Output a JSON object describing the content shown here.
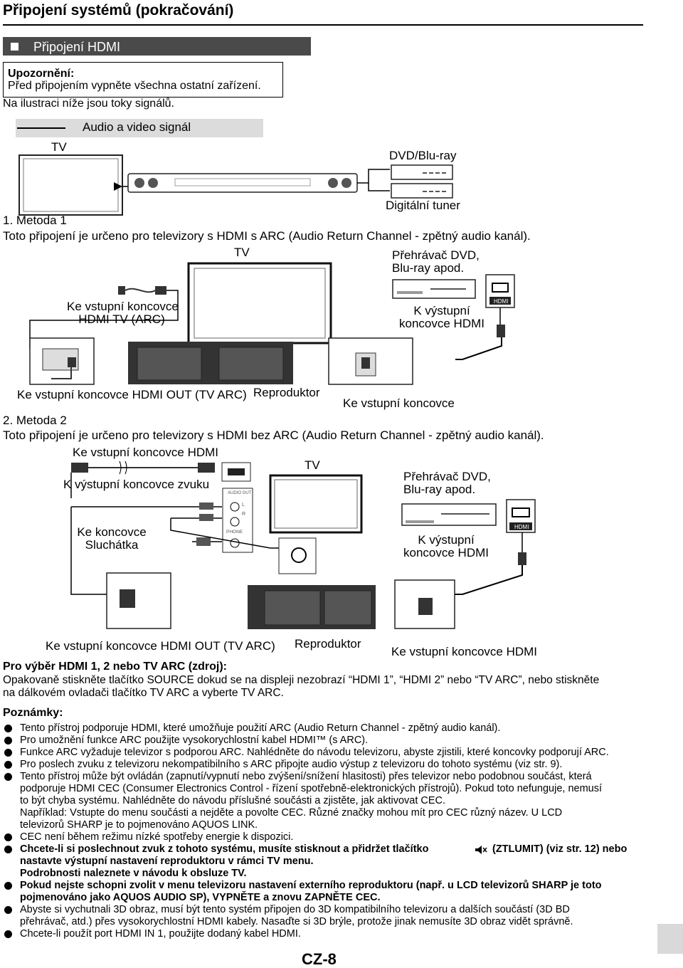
{
  "page": {
    "title": "Připojení systémů (pokračování)",
    "section_title": "Připojení HDMI",
    "warning_title": "Upozornění:",
    "warning_text": "Před připojením vypněte všechna ostatní zařízení.",
    "flow_note": "Na ilustraci níže jsou toky signálů.",
    "page_number": "CZ-8"
  },
  "legend": {
    "label": "Audio a video signál"
  },
  "diagram_top": {
    "tv": "TV",
    "dvd": "DVD/Blu-ray",
    "tuner": "Digitální tuner"
  },
  "method1": {
    "heading": "1. Metoda 1",
    "desc": "Toto připojení je určeno pro televizory s HDMI s ARC (Audio Return Channel - zpětný audio kanál).",
    "tv": "TV",
    "player_line1": "Přehrávač DVD,",
    "player_line2": "Blu-ray apod.",
    "in_tv_line1": "Ke vstupní koncovce",
    "in_tv_line2": "HDMI TV (ARC)",
    "out_hdmi_line1": "K výstupní",
    "out_hdmi_line2": "koncovce HDMI",
    "hdmi_badge": "HDMI",
    "hdmi_out": "Ke vstupní koncovce HDMI OUT (TV ARC)",
    "speaker": "Reproduktor",
    "input": "Ke vstupní koncovce"
  },
  "method2": {
    "heading": "2. Metoda 2",
    "desc": "Toto připojení je určeno pro televizory s HDMI bez ARC (Audio Return Channel - zpětný audio kanál).",
    "in_hdmi": "Ke vstupní koncovce HDMI",
    "out_audio": "K výstupní koncovce zvuku",
    "tv": "TV",
    "player_line1": "Přehrávač DVD,",
    "player_line2": "Blu-ray apod.",
    "phones_line1": "Ke koncovce",
    "phones_line2": "Sluchátka",
    "out_hdmi_line1": "K výstupní",
    "out_hdmi_line2": "koncovce HDMI",
    "hdmi_badge": "HDMI",
    "audio_out": "AUDIO OUT",
    "phones": "PHONE",
    "ch_l": "L",
    "ch_r": "R",
    "hdmi_out": "Ke vstupní koncovce HDMI OUT (TV ARC)",
    "speaker": "Reproduktor",
    "input": "Ke vstupní koncovce HDMI"
  },
  "source": {
    "heading": "Pro výběr HDMI 1, 2 nebo TV ARC (zdroj):",
    "line1": "Opakovaně stiskněte tlačítko SOURCE dokud se na displeji nezobrazí “HDMI 1”, “HDMI 2” nebo “TV ARC”, nebo stiskněte",
    "line2": "na dálkovém ovladači tlačítko TV ARC a vyberte TV ARC."
  },
  "notes": {
    "heading": "Poznámky:",
    "n1": "Tento přístroj podporuje HDMI, které umožňuje použití ARC (Audio Return Channel - zpětný audio kanál).",
    "n2": "Pro umožnění funkce ARC použijte vysokorychlostní kabel HDMI™ (s ARC).",
    "n3": "Funkce ARC vyžaduje televizor s podporou ARC. Nahlédněte do návodu televizoru, abyste zjistili, které koncovky podporují ARC.",
    "n4": "Pro poslech zvuku z televizoru nekompatibilního s ARC připojte audio výstup z televizoru do tohoto systému (viz str. 9).",
    "n5_1": "Tento přístroj může být ovládán (zapnutí/vypnutí nebo zvýšení/snížení hlasitosti) přes televizor nebo podobnou součást, která",
    "n5_2": "podporuje HDMI CEC (Consumer Electronics Control - řízení spotřebně-elektronických přístrojů). Pokud toto nefunguje, nemusí",
    "n5_3": "to být chyba systému. Nahlédněte do návodu příslušné součásti a zjistěte, jak aktivovat CEC.",
    "n5_4": "Například: Vstupte do menu součásti a nejděte a povolte CEC. Různé značky mohou mít pro CEC různý název. U LCD",
    "n5_5": "televizorů SHARP je to pojmenováno AQUOS LINK.",
    "n6": "CEC není během režimu nízké spotřeby energie k dispozici.",
    "n7_1a": "Chcete-li si poslechnout zvuk z tohoto systému, musíte stisknout a přidržet tlačítko",
    "n7_1b": "(ZTLUMIT) (viz str. 12) nebo",
    "n7_2": "nastavte výstupní nastavení reproduktoru v rámci TV menu.",
    "n7_3": "Podrobnosti naleznete v návodu k obsluze TV.",
    "n8_1": "Pokud nejste schopni zvolit v menu televizoru nastavení externího reproduktoru (např. u LCD televizorů SHARP je toto",
    "n8_2": "pojmenováno jako AQUOS AUDIO SP), VYPNĚTE a znovu ZAPNĚTE CEC.",
    "n9_1": "Abyste si vychutnali 3D obraz, musí být tento systém připojen do 3D kompatibilního televizoru a dalších součástí (3D BD",
    "n9_2": "přehrávač, atd.) přes vysokorychlostní HDMI kabely. Nasaďte si 3D brýle, protože jinak nemusíte 3D obraz vidět správně.",
    "n10": "Chcete-li použít port HDMI IN 1, použijte dodaný kabel HDMI."
  },
  "icons": {
    "mute": "mute-icon"
  }
}
